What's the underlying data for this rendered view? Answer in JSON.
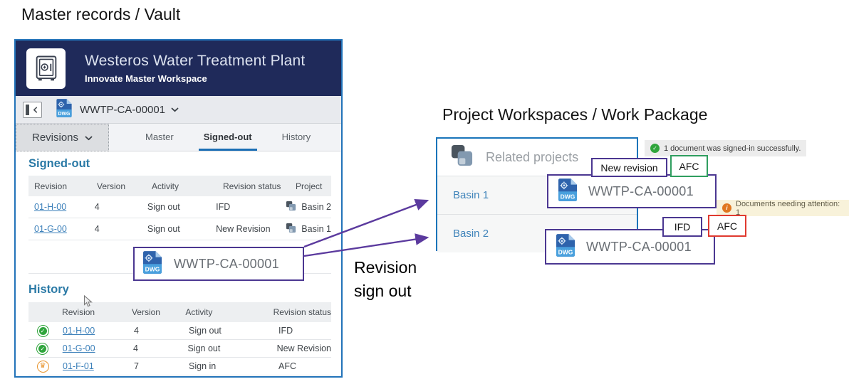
{
  "page": {
    "left_title": "Master records / Vault",
    "right_title": "Project Workspaces / Work Package",
    "flow_label_line1": "Revision",
    "flow_label_line2": "sign out"
  },
  "vault_panel": {
    "header": {
      "title": "Westeros Water Treatment Plant",
      "subtitle": "Innovate Master Workspace"
    },
    "doc_bar": {
      "doc_name": "WWTP-CA-00001",
      "file_type": "DWG"
    },
    "toolbar": {
      "revisions_label": "Revisions",
      "tabs": [
        {
          "label": "Master",
          "active": false
        },
        {
          "label": "Signed-out",
          "active": true
        },
        {
          "label": "History",
          "active": false
        }
      ]
    },
    "signed_out_section": {
      "heading": "Signed-out",
      "columns": [
        "Revision",
        "Version",
        "Activity",
        "Revision status",
        "Project"
      ],
      "rows": [
        {
          "revision": "01-H-00",
          "version": "4",
          "activity": "Sign out",
          "revision_status": "IFD",
          "project": "Basin 2"
        },
        {
          "revision": "01-G-00",
          "version": "4",
          "activity": "Sign out",
          "revision_status": "New Revision",
          "project": "Basin 1"
        }
      ]
    },
    "callout": {
      "doc_name": "WWTP-CA-00001",
      "file_type": "DWG"
    },
    "history_section": {
      "heading": "History",
      "columns": [
        "Revision",
        "Version",
        "Activity",
        "Revision status"
      ],
      "rows": [
        {
          "status_icon": "success-check-icon",
          "revision": "01-H-00",
          "version": "4",
          "activity": "Sign out",
          "revision_status": "IFD"
        },
        {
          "status_icon": "success-check-icon",
          "revision": "01-G-00",
          "version": "4",
          "activity": "Sign out",
          "revision_status": "New Revision"
        },
        {
          "status_icon": "crown-icon",
          "revision": "01-F-01",
          "version": "7",
          "activity": "Sign in",
          "revision_status": "AFC"
        }
      ]
    }
  },
  "workspace_panel": {
    "header": "Related projects",
    "rows": [
      {
        "label": "Basin 1"
      },
      {
        "label": "Basin 2"
      }
    ],
    "success_toast": "1 document was signed-in successfully.",
    "attention_toast": "Documents needing attention: 1",
    "basin1_callout": {
      "doc_name": "WWTP-CA-00001",
      "file_type": "DWG",
      "tags": [
        {
          "label": "New revision",
          "color": "purple"
        },
        {
          "label": "AFC",
          "color": "green"
        }
      ]
    },
    "basin2_callout": {
      "doc_name": "WWTP-CA-00001",
      "file_type": "DWG",
      "tags": [
        {
          "label": "IFD",
          "color": "purple"
        },
        {
          "label": "AFC",
          "color": "red"
        }
      ]
    }
  },
  "colors": {
    "panel_border_blue": "#2273b9",
    "workspace_border_blue": "#1a74ba",
    "header_navy": "#1f2a5a",
    "section_heading_blue": "#2b7aa6",
    "link_blue": "#3c80ba",
    "active_tab_underline": "#1b6eb5",
    "callout_purple": "#4b3791",
    "tag_green": "#2f9e5f",
    "tag_red": "#e03a2f",
    "arrow_purple": "#5b3a9e",
    "success_green": "#2fa53c",
    "warning_orange": "#e0761f",
    "crown_orange": "#e8952e"
  }
}
